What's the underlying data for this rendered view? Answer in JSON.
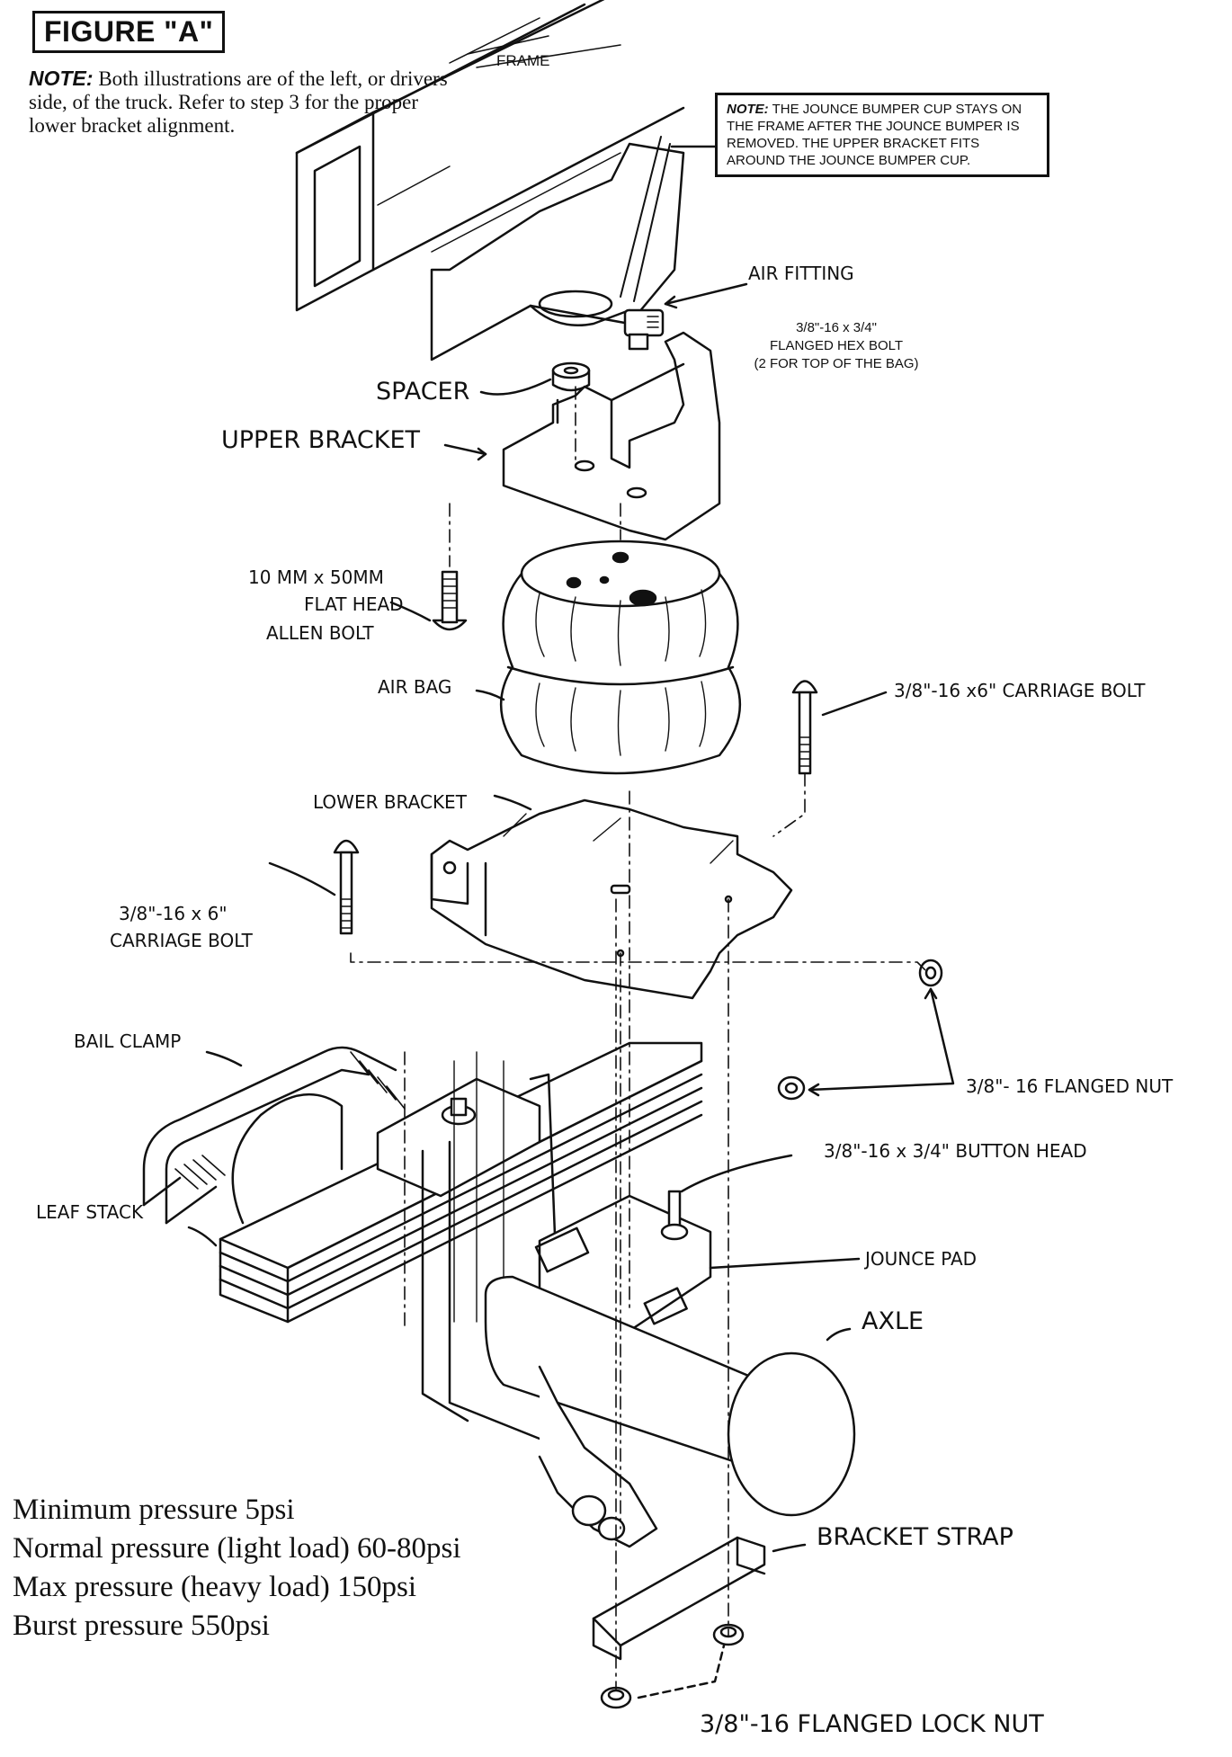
{
  "figure": {
    "title": "FIGURE \"A\"",
    "note_label": "NOTE:",
    "note_text": "Both illustrations are of the left, or drivers side, of the truck.  Refer to step 3 for the proper lower bracket alignment.",
    "boxed_note_label": "NOTE:",
    "boxed_note_text": "THE JOUNCE BUMPER CUP STAYS ON THE FRAME AFTER THE JOUNCE BUMPER IS REMOVED. THE UPPER BRACKET FITS AROUND THE JOUNCE BUMPER CUP."
  },
  "labels": {
    "frame": "FRAME",
    "air_fitting": "AIR FITTING",
    "hex_bolt_line1": "3/8\"-16 x 3/4\"",
    "hex_bolt_line2": "FLANGED HEX BOLT",
    "hex_bolt_line3": "(2 FOR TOP OF THE BAG)",
    "spacer": "SPACER",
    "upper_bracket": "UPPER BRACKET",
    "allen_bolt_line1": "10 MM x 50MM",
    "allen_bolt_line2": "FLAT HEAD",
    "allen_bolt_line3": "ALLEN BOLT",
    "air_bag": "AIR BAG",
    "carriage_bolt_right": "3/8\"-16 x6\" CARRIAGE BOLT",
    "lower_bracket": "LOWER BRACKET",
    "carriage_bolt_left_line1": "3/8\"-16 x 6\"",
    "carriage_bolt_left_line2": "CARRIAGE BOLT",
    "bail_clamp": "BAIL CLAMP",
    "flanged_nut": "3/8\"- 16 FLANGED NUT",
    "button_head": "3/8\"-16 x 3/4\" BUTTON HEAD",
    "leaf_stack": "LEAF STACK",
    "jounce_pad": "JOUNCE PAD",
    "axle": "AXLE",
    "bracket_strap": "BRACKET STRAP",
    "lock_nut": "3/8\"-16 FLANGED LOCK NUT"
  },
  "pressures": [
    "Minimum pressure 5psi",
    "Normal pressure (light load) 60-80psi",
    "Max pressure (heavy load) 150psi",
    "Burst pressure 550psi"
  ]
}
